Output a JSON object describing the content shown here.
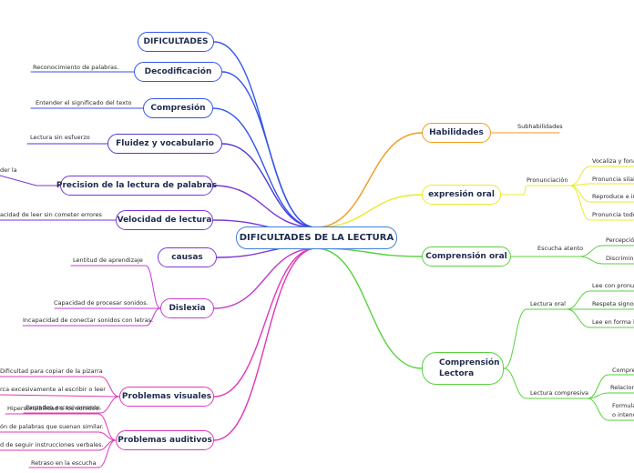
{
  "colors": {
    "blue": "#3355ee",
    "indigo": "#4d3ad8",
    "violet": "#7a35d8",
    "magenta": "#c43bd0",
    "pink": "#e038b8",
    "orange": "#f39a1f",
    "yellow": "#eaea2a",
    "green": "#57d23c",
    "center_border": "#3f7fe0"
  },
  "central_topic": "DIFICULTADES DE LA LECTURA",
  "left_topics": {
    "dificultades": "DIFICULTADES",
    "decodificacion": "Decodificación",
    "comprension": "Compresión",
    "fluidez": "Fluidez y vocabulario",
    "precision": "Precision de la lectura de palabras",
    "velocidad": "Velocidad de lectura",
    "causas": "causas",
    "dislexia": "Dislexia",
    "visuales": "Problemas visuales",
    "auditivos": "Problemas auditivos"
  },
  "left_details": {
    "decodificacion": "Reconocimiento de palabras.",
    "comprension": "Entender el significado del texto",
    "fluidez": "Lectura sin esfuerzo",
    "precision": "der la",
    "velocidad": "acidad de leer sin cometer errores",
    "dislexia": [
      "Lentitud de aprendizaje",
      "Capacidad de procesar sonidos.",
      "Incapacidad de conectar sonidos con letras."
    ],
    "visuales": [
      "Dificultad para copiar de la pizarra",
      "rca excesivamente al escribir o leer",
      "Parpadea excesivamente."
    ],
    "auditivos": [
      "Hipersensibilidad a los sonidos.",
      "ón de palabras que suenan similar.",
      "d de seguir instrucciones verbales.",
      "Retraso en la escucha"
    ]
  },
  "right_topics": {
    "habilidades": "Habilidades",
    "expresion": "expresión oral",
    "comprension_oral": "Comprensión oral",
    "comprension_lectora": "Comprensión Lectora"
  },
  "right_details": {
    "subhabilidades": "Subhabilidades",
    "pronunciacion": "Pronunciación",
    "pronunciacion_items": [
      "Vocaliza y fonaliz",
      "Pronuncia silaba",
      "Reproduce e inve",
      "Pronuncia todos"
    ],
    "escucha": "Escucha atento",
    "escucha_items": [
      "Percepción",
      "Discrimina"
    ],
    "lectura_oral": "Lectura oral",
    "lectura_oral_items": [
      "Lee con pronunc",
      "Respeta signos d",
      "Lee en forma inc"
    ],
    "lectura_compresiva": "Lectura compresiva",
    "lectura_compresiva_items": [
      "Compre",
      "Relacion",
      "Formula",
      "o intenci"
    ]
  }
}
